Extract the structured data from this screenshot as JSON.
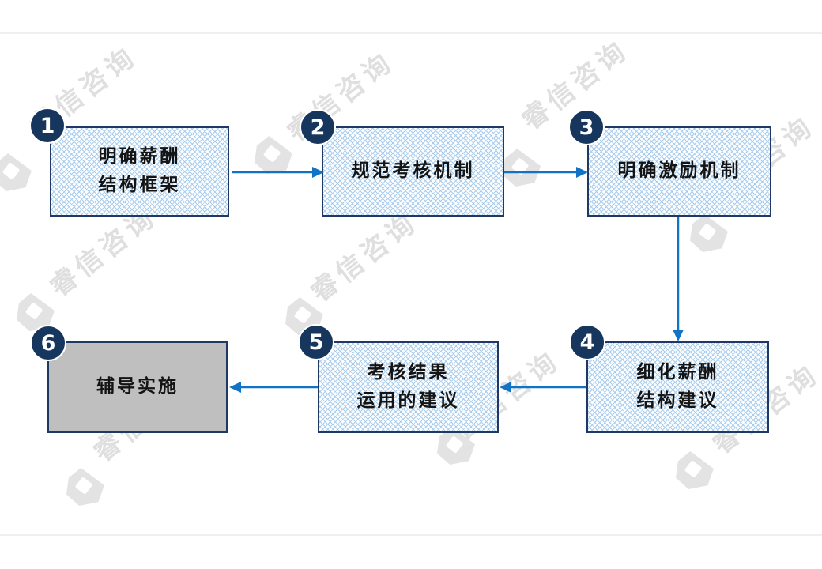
{
  "slide": {
    "watermark_text": "睿信咨询",
    "colors": {
      "navy": "#1F3864",
      "badge": "#17365D",
      "arrow": "#1173C5",
      "box_fill_base": "#FCFEFF",
      "box_pattern": "#A9CCEC",
      "gray_box": "#BFBFBF",
      "watermark": "#DFDFDF",
      "rule": "#EFEFEF",
      "text": "#141414"
    },
    "steps": [
      {
        "number": "1",
        "label": "明确薪酬\n结构框架"
      },
      {
        "number": "2",
        "label": "规范考核机制"
      },
      {
        "number": "3",
        "label": "明确激励机制"
      },
      {
        "number": "4",
        "label": "细化薪酬\n结构建议"
      },
      {
        "number": "5",
        "label": "考核结果\n运用的建议"
      },
      {
        "number": "6",
        "label": "辅导实施"
      }
    ]
  }
}
